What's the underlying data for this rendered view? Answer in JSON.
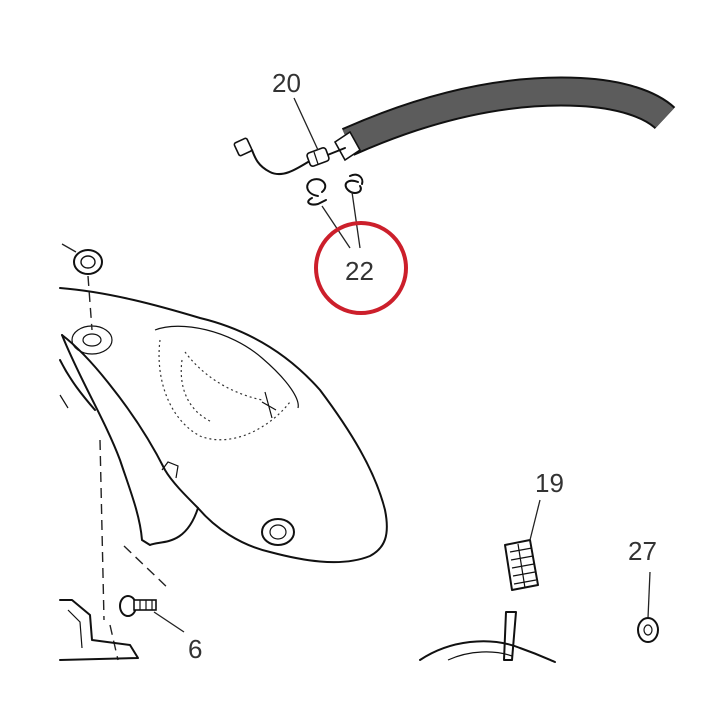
{
  "callouts": [
    {
      "id": "20",
      "label": "20"
    },
    {
      "id": "22",
      "label": "22"
    },
    {
      "id": "19",
      "label": "19"
    },
    {
      "id": "27",
      "label": "27"
    },
    {
      "id": "6",
      "label": "6"
    }
  ],
  "colors": {
    "highlight_circle": "#cc1f2b",
    "line_art": "#111111",
    "cable_sheath": "#5c5c5c",
    "label_text": "#333333",
    "background": "#ffffff"
  },
  "highlighted_callout": "22"
}
